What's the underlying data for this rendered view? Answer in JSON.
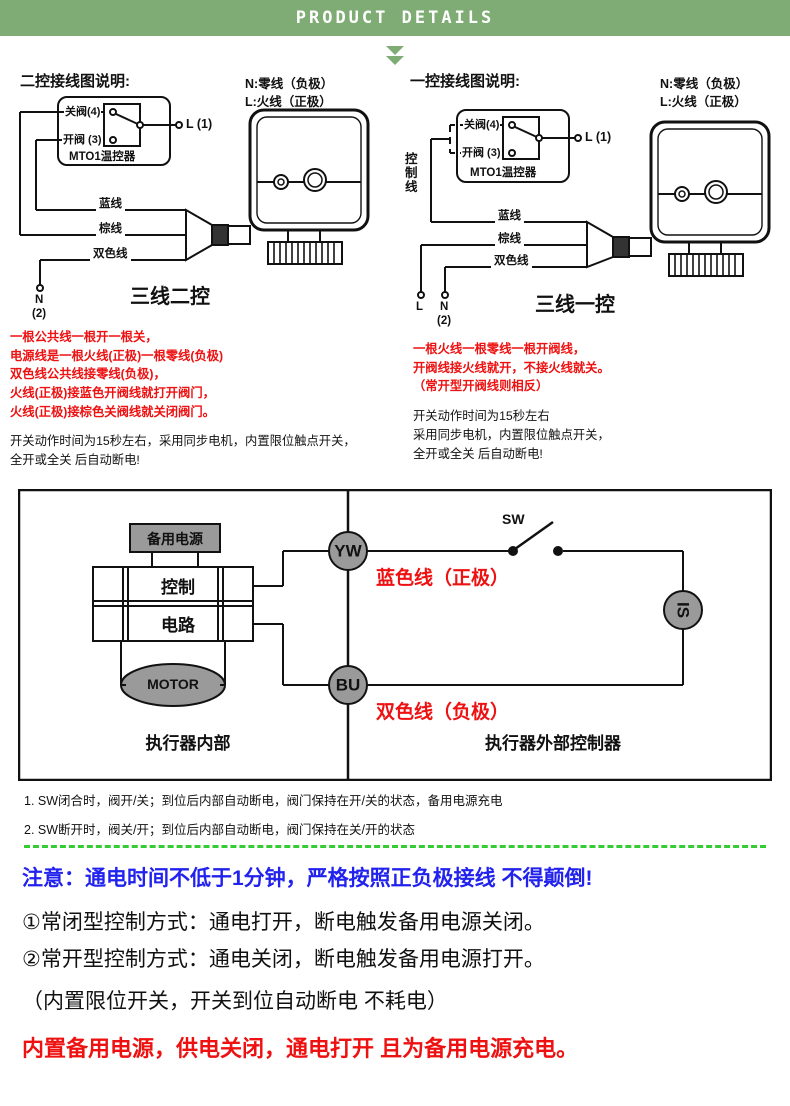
{
  "header": {
    "title": "PRODUCT DETAILS"
  },
  "left_diagram": {
    "section_title": "二控接线图说明:",
    "legend_n": "N:零线（负极）",
    "legend_l": "L:火线（正极）",
    "thermostat": {
      "close_valve": "关阀(4)",
      "open_valve": "开阀 (3)",
      "model": "MTO1温控器"
    },
    "terminal_l": "L (1)",
    "terminal_n": "N",
    "terminal_n_num": "(2)",
    "wire_blue": "蓝线",
    "wire_brown": "棕线",
    "wire_dual": "双色线",
    "mode_label": "三线二控",
    "red_notes": [
      "一根公共线一根开一根关，",
      "电源线是一根火线(正极)一根零线(负极)",
      "双色线公共线接零线(负极)，",
      "火线(正极)接蓝色开阀线就打开阀门，",
      "火线(正极)接棕色关阀线就关闭阀门。"
    ],
    "black_notes": [
      "开关动作时间为15秒左右，采用同步电机，内置限位触点开关，",
      "全开或全关 后自动断电!"
    ]
  },
  "right_diagram": {
    "section_title": "一控接线图说明:",
    "legend_n": "N:零线（负极）",
    "legend_l": "L:火线（正极）",
    "thermostat": {
      "close_valve": "关阀(4)",
      "open_valve": "开阀 (3)",
      "model": "MTO1温控器"
    },
    "control_line_label": "控制线",
    "terminal_l": "L (1)",
    "terminal_bottom_l": "L",
    "terminal_bottom_n": "N",
    "terminal_n_num": "(2)",
    "wire_blue": "蓝线",
    "wire_brown": "棕线",
    "wire_dual": "双色线",
    "mode_label": "三线一控",
    "red_notes": [
      "一根火线一根零线一根开阀线，",
      "开阀线接火线就开，不接火线就关。",
      "（常开型开阀线则相反）"
    ],
    "black_notes": [
      "开关动作时间为15秒左右",
      "采用同步电机，内置限位触点开关，",
      "全开或全关 后自动断电!"
    ]
  },
  "circuit": {
    "backup_power": "备用电源",
    "control_line1": "控制",
    "control_line2": "电路",
    "motor": "MOTOR",
    "node_yw": "YW",
    "node_bu": "BU",
    "node_is": "IS",
    "switch_label": "SW",
    "blue_wire_label": "蓝色线（正极）",
    "dual_wire_label": "双色线（负极）",
    "inside_label": "执行器内部",
    "outside_label": "执行器外部控制器"
  },
  "notes": [
    "1. SW闭合时，阀开/关；到位后内部自动断电，阀门保持在开/关的状态，备用电源充电",
    "2. SW断开时，阀关/开；到位后内部自动断电，阀门保持在关/开的状态"
  ],
  "bottom": {
    "warning": "注意：通电时间不低于1分钟，严格按照正负极接线 不得颠倒!",
    "item1": "①常闭型控制方式：通电打开，断电触发备用电源关闭。",
    "item2": "②常开型控制方式：通电关闭，断电触发备用电源打开。",
    "item3": "（内置限位开关，开关到位自动断电 不耗电）",
    "final": "内置备用电源，供电关闭，通电打开 且为备用电源充电。"
  },
  "colors": {
    "header_green": "#7fac74",
    "red": "#ee1111",
    "blue": "#2222ee",
    "divider_green": "#33cc33",
    "gray_fill": "#9a9a9a"
  }
}
